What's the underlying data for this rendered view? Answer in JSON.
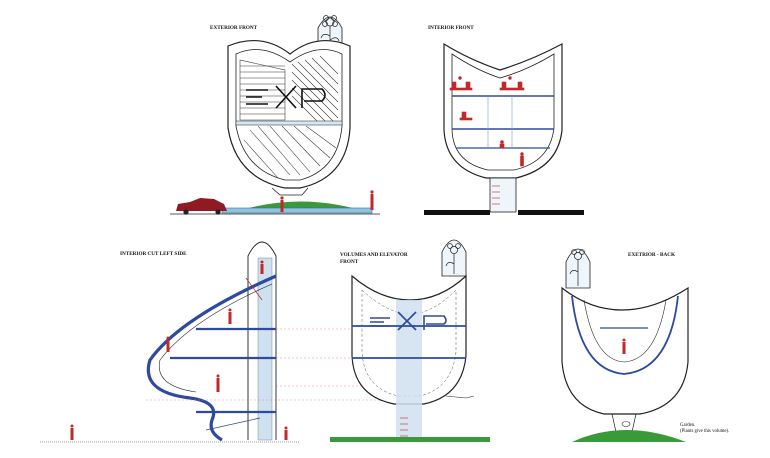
{
  "labels": {
    "exterior_front": "EXTERIOR FRONT",
    "interior_front": "INTERIOR FRONT",
    "interior_cut": "INTERIOR CUT LEFT SIDE",
    "volumes_line1": "VOLUMES AND ELEVATOR",
    "volumes_line2": "FRONT",
    "exterior_back": "EXETRIOR - BACK",
    "garden_line1": "Garden.",
    "garden_line2": "(Plants give this volume)."
  },
  "signage": "EXP",
  "colors": {
    "outline": "#222222",
    "floor_blue": "#2e4a9c",
    "human_red": "#c0282a",
    "grass_green": "#3a9a3a",
    "glass_blue": "#cfe0ef",
    "car_red": "#8e1a24"
  }
}
